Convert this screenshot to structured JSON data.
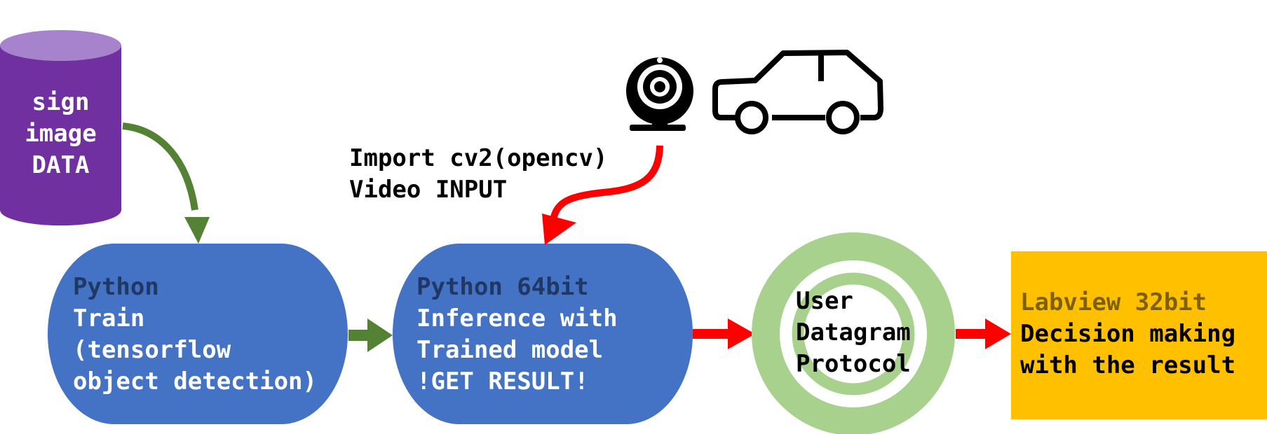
{
  "database": {
    "lines": [
      "sign",
      "image",
      "DATA"
    ],
    "color": "#7030a0"
  },
  "train_node": {
    "title": "Python",
    "lines": [
      "Train",
      "(tensorflow",
      "object detection)"
    ],
    "color": "#4472c4"
  },
  "inference_node": {
    "title": "Python 64bit",
    "lines": [
      "Inference with",
      "Trained model",
      "!GET RESULT!"
    ],
    "color": "#4472c4"
  },
  "video_input": {
    "lines": [
      "Import cv2(opencv)",
      "Video INPUT"
    ]
  },
  "udp_node": {
    "lines": [
      "User",
      "Datagram",
      "Protocol"
    ],
    "color": "#a9d18e"
  },
  "labview_node": {
    "title": "Labview 32bit",
    "lines": [
      "Decision making",
      "with the result"
    ],
    "color": "#ffc000"
  },
  "icons": [
    "webcam-icon",
    "car-icon"
  ],
  "arrow_colors": {
    "training": "#548235",
    "data_flow": "#ff0000"
  }
}
